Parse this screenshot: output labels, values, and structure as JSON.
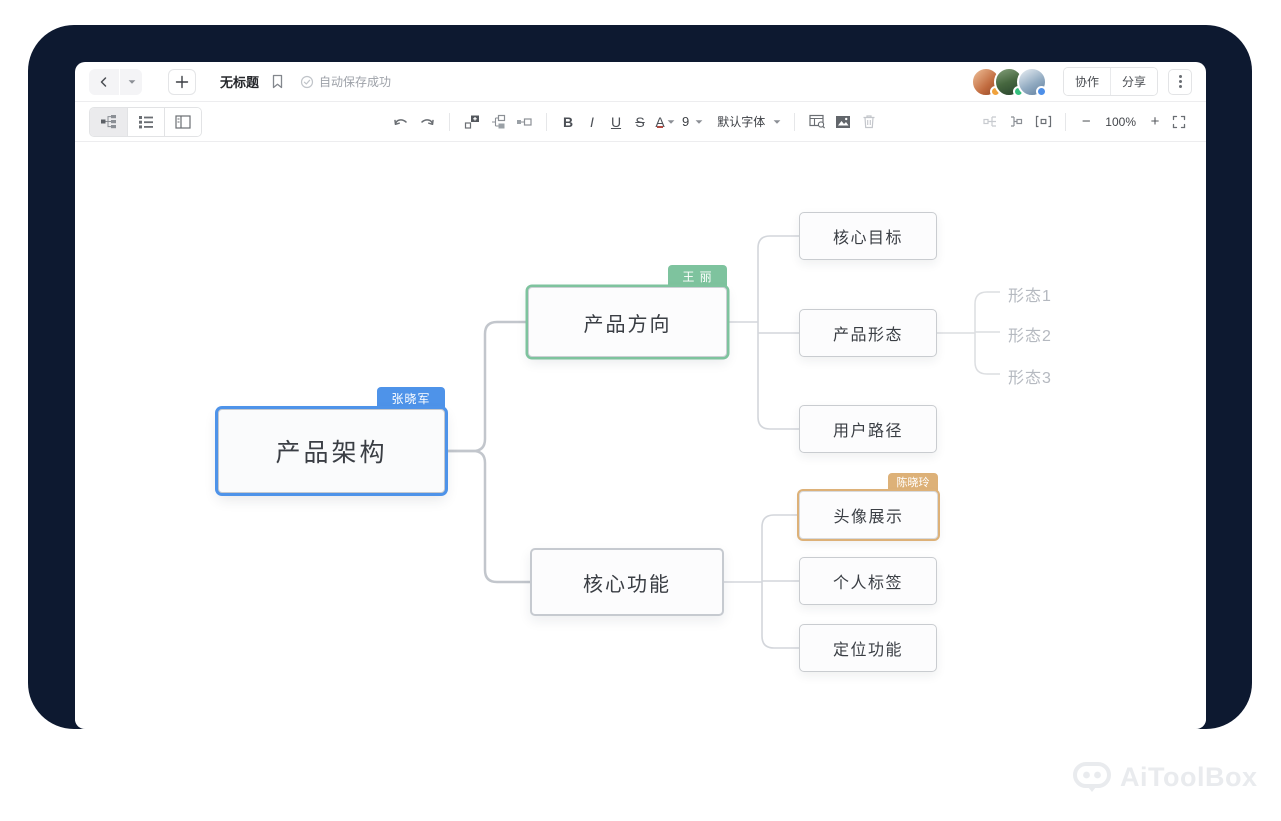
{
  "header": {
    "title": "无标题",
    "autosave": "自动保存成功",
    "collaborate": "协作",
    "share": "分享"
  },
  "toolbar": {
    "bold": "B",
    "italic": "I",
    "underline": "U",
    "strikethrough": "S",
    "font_color": "A",
    "font_size": "9",
    "font_family": "默认字体",
    "zoom_out": "−",
    "zoom_level": "100%",
    "zoom_in": "+"
  },
  "colors": {
    "frame_navy": "#0d1930",
    "root_accent_blue": "#4e93e9",
    "branch_accent_green": "#7ec39e",
    "branch_accent_tan": "#ddb178"
  },
  "mindmap": {
    "root": {
      "label": "产品架构",
      "tag": "张晓军"
    },
    "branches": [
      {
        "label": "产品方向",
        "tag": "王 丽",
        "children": [
          {
            "label": "核心目标"
          },
          {
            "label": "产品形态",
            "sub": [
              {
                "label": "形态1"
              },
              {
                "label": "形态2"
              },
              {
                "label": "形态3"
              }
            ]
          },
          {
            "label": "用户路径"
          }
        ]
      },
      {
        "label": "核心功能",
        "children": [
          {
            "label": "头像展示",
            "tag": "陈晓玲"
          },
          {
            "label": "个人标签"
          },
          {
            "label": "定位功能"
          }
        ]
      }
    ]
  },
  "watermark": {
    "label": "AiToolBox"
  }
}
